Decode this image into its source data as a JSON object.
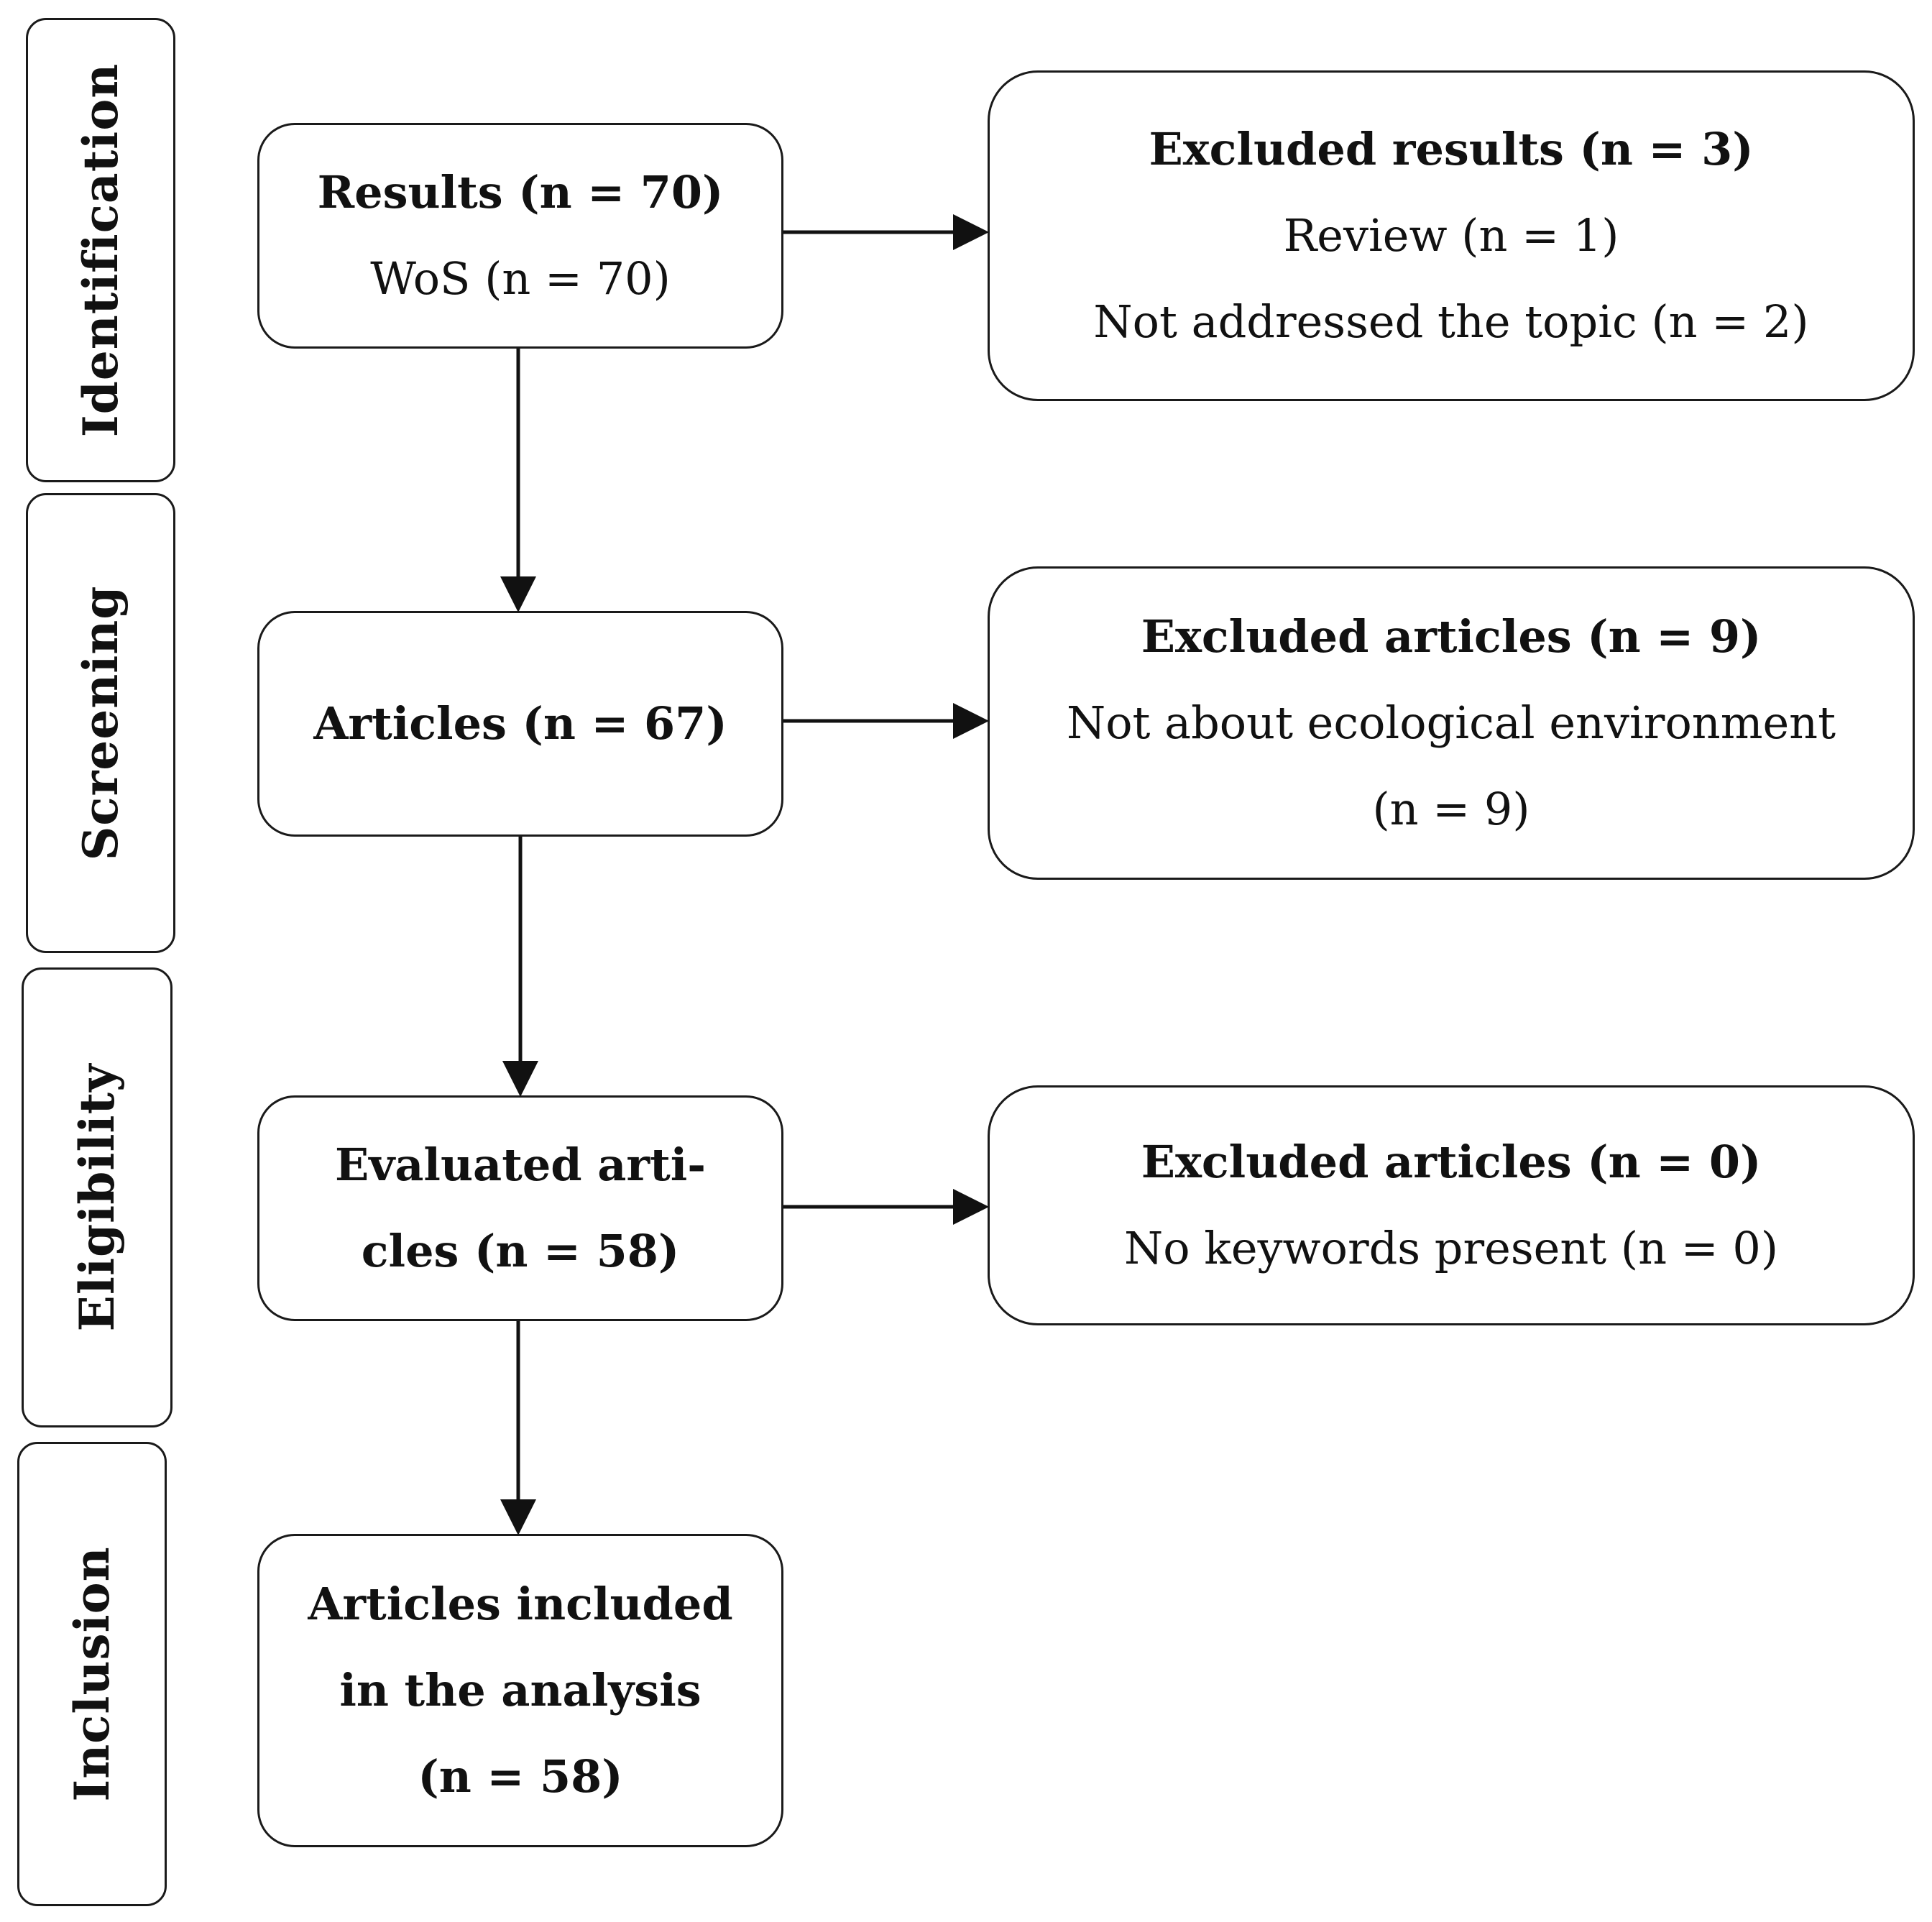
{
  "stages": [
    {
      "id": "identification",
      "label": "Identification"
    },
    {
      "id": "screening",
      "label": "Screening"
    },
    {
      "id": "eligibility",
      "label": "Eligibility"
    },
    {
      "id": "inclusion",
      "label": "Inclusion"
    }
  ],
  "main_boxes": [
    {
      "id": "results",
      "lines": [
        {
          "text": "Results (n = 70)",
          "bold": true
        },
        {
          "text": "WoS (n = 70)",
          "bold": false
        }
      ]
    },
    {
      "id": "articles",
      "lines": [
        {
          "text": "Articles (n = 67)",
          "bold": true
        }
      ]
    },
    {
      "id": "evaluated",
      "lines": [
        {
          "text": "Evaluated arti-",
          "bold": true
        },
        {
          "text": "cles (n = 58)",
          "bold": true
        }
      ]
    },
    {
      "id": "included",
      "lines": [
        {
          "text": "Articles included",
          "bold": true
        },
        {
          "text": "in the analysis",
          "bold": true
        },
        {
          "text": "(n = 58)",
          "bold": true
        }
      ]
    }
  ],
  "exclusion_boxes": [
    {
      "id": "excluded-results",
      "lines": [
        {
          "text": "Excluded results (n = 3)",
          "bold": true
        },
        {
          "text": "Review (n = 1)",
          "bold": false
        },
        {
          "text": "Not addressed the topic (n = 2)",
          "bold": false
        }
      ]
    },
    {
      "id": "excluded-articles-9",
      "lines": [
        {
          "text": "Excluded articles (n = 9)",
          "bold": true
        },
        {
          "text": "Not about ecological environment",
          "bold": false
        },
        {
          "text": "(n = 9)",
          "bold": false
        }
      ]
    },
    {
      "id": "excluded-articles-0",
      "lines": [
        {
          "text": "Excluded articles (n = 0)",
          "bold": true
        },
        {
          "text": "No keywords present (n = 0)",
          "bold": false
        }
      ]
    }
  ]
}
